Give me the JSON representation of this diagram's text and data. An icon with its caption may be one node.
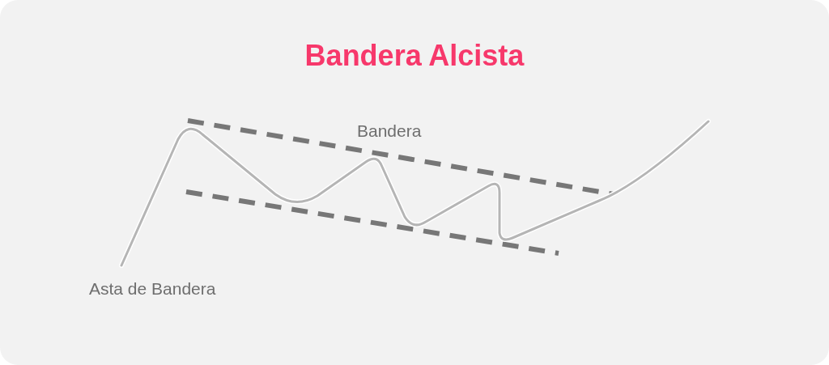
{
  "diagram": {
    "title": "Bandera Alcista",
    "labels": [
      "Bandera",
      "Asta de Bandera"
    ]
  }
}
